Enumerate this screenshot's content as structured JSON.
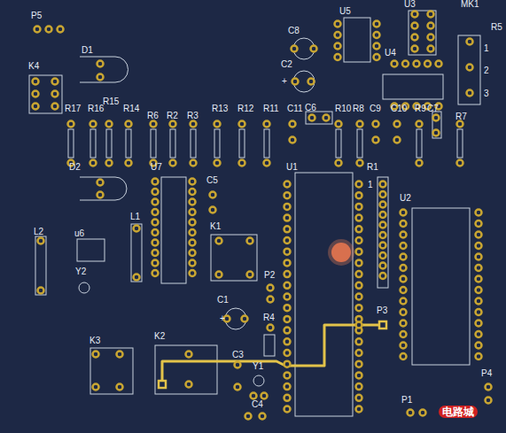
{
  "diagram": {
    "labels": [
      "P5",
      "D1",
      "K4",
      "C8",
      "C2",
      "+",
      "U5",
      "U3",
      "MK1",
      "R5",
      "1",
      "2",
      "3",
      "U4",
      "R17",
      "R16",
      "R15",
      "R14",
      "R6",
      "R2",
      "R3",
      "R13",
      "R12",
      "R11",
      "C11",
      "C6",
      "R10",
      "R8",
      "C9",
      "C10",
      "R9",
      "C7",
      "R7",
      "D2",
      "U7",
      "C5",
      "U1",
      "R1",
      "1",
      "U2",
      "L2",
      "u6",
      "L1",
      "K1",
      "Y2",
      "P2",
      "C1",
      "+",
      "R4",
      "P3",
      "K3",
      "K2",
      "C3",
      "Y1",
      "C4",
      "P1",
      "P4",
      "电路城"
    ]
  }
}
